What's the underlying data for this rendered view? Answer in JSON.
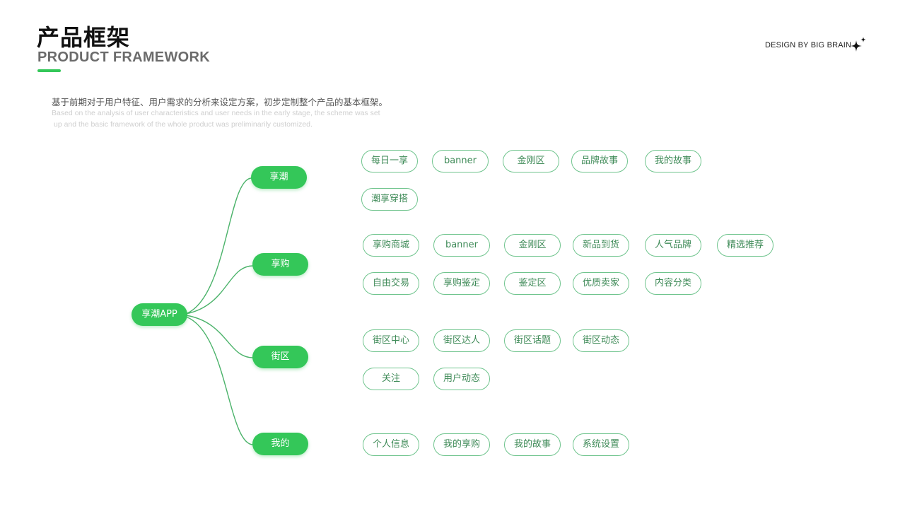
{
  "header": {
    "title_cn": "产品框架",
    "title_en": "PRODUCT FRAMEWORK",
    "credit": "DESIGN BY BIG BRAIN",
    "accent_color": "#34c759"
  },
  "description": {
    "cn": "基于前期对于用户特征、用户需求的分析来设定方案，初步定制整个产品的基本框架。",
    "en_line1": "Based on the analysis of user characteristics and user needs in the early stage, the scheme was set",
    "en_line2": "up and the basic framework of the whole product was preliminarily customized."
  },
  "tree": {
    "root": "享潮APP",
    "branches": [
      {
        "label": "享潮",
        "items": [
          "每日一享",
          "banner",
          "金刚区",
          "品牌故事",
          "我的故事",
          "潮享穿搭"
        ]
      },
      {
        "label": "享购",
        "items": [
          "享购商城",
          "banner",
          "金刚区",
          "新品到货",
          "人气品牌",
          "精选推荐",
          "自由交易",
          "享购鉴定",
          "鉴定区",
          "优质卖家",
          "内容分类"
        ]
      },
      {
        "label": "街区",
        "items": [
          "街区中心",
          "街区达人",
          "街区话题",
          "街区动态",
          "关注",
          "用户动态"
        ]
      },
      {
        "label": "我的",
        "items": [
          "个人信息",
          "我的享购",
          "我的故事",
          "系统设置"
        ]
      }
    ]
  }
}
